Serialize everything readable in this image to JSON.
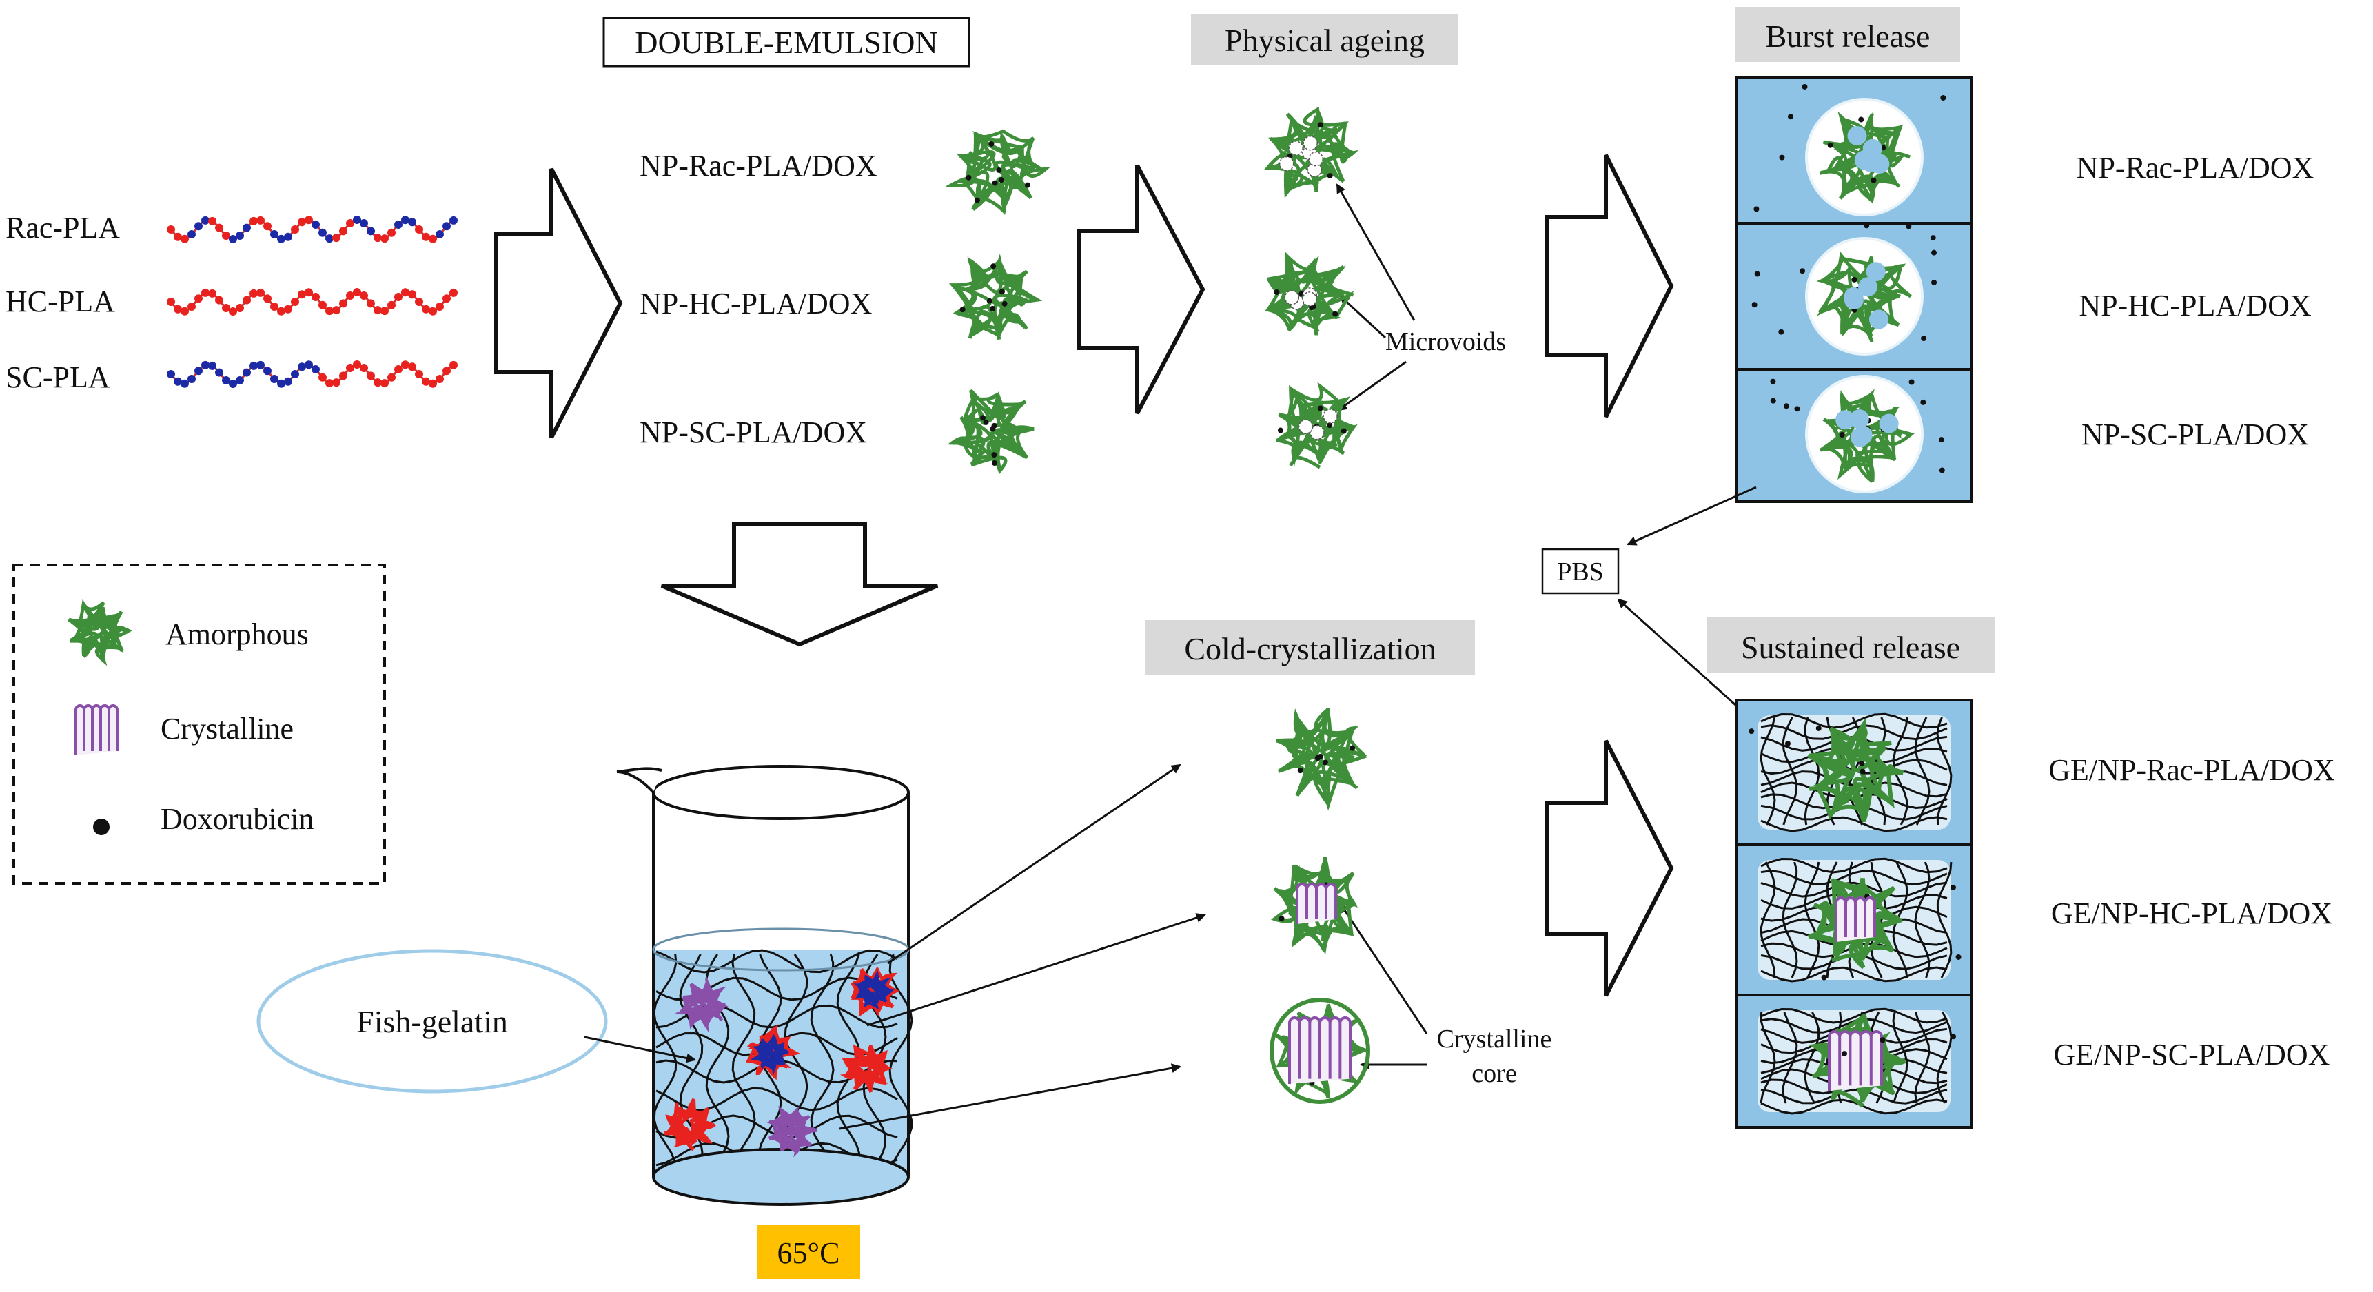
{
  "materials": {
    "rac": "Rac-PLA",
    "hc": "HC-PLA",
    "sc": "SC-PLA"
  },
  "headers": {
    "double_emulsion": "DOUBLE-EMULSION",
    "physical_ageing": "Physical ageing",
    "burst_release": "Burst release",
    "cold_crystallization": "Cold-crystallization",
    "sustained_release": "Sustained release"
  },
  "nanoparticles": [
    "NP-Rac-PLA/DOX",
    "NP-HC-PLA/DOX",
    "NP-SC-PLA/DOX"
  ],
  "burst_labels": [
    "NP-Rac-PLA/DOX",
    "NP-HC-PLA/DOX",
    "NP-SC-PLA/DOX"
  ],
  "sustained_labels": [
    "GE/NP-Rac-PLA/DOX",
    "GE/NP-HC-PLA/DOX",
    "GE/NP-SC-PLA/DOX"
  ],
  "annotations": {
    "microvoids": "Microvoids",
    "pbs": "PBS",
    "crystalline_core_line1": "Crystalline",
    "crystalline_core_line2": "core",
    "fish_gelatin": "Fish-gelatin",
    "temperature": "65°C"
  },
  "legend": {
    "amorphous": "Amorphous",
    "crystalline": "Crystalline",
    "doxorubicin": "Doxorubicin"
  },
  "colors": {
    "amorphous_green": "#3f8f3a",
    "crystalline_purple": "#8a4fa8",
    "rac_red": "#e8221f",
    "sc_blue": "#1d2aa6",
    "medium_blue": "#8ec3e6",
    "header_gray": "#d9d9d9",
    "temperature_orange": "#ffc000",
    "gelatin_ellipse": "#9fcce8"
  }
}
